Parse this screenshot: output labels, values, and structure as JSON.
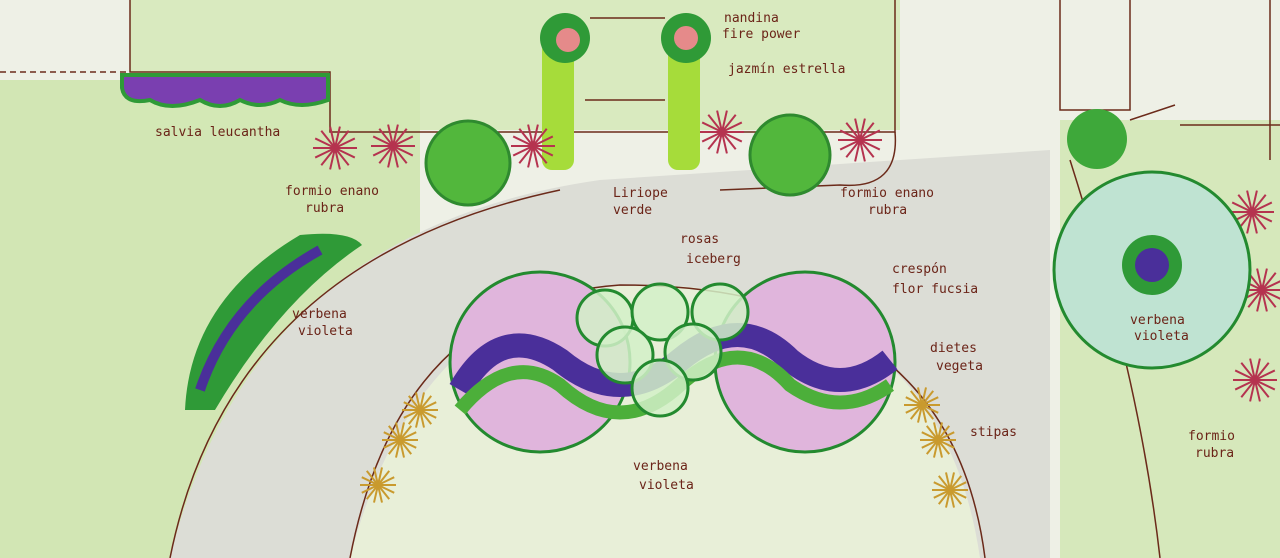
{
  "title": "Garden planting plan sketch",
  "labels": {
    "salvia": "salvia leucantha",
    "formio_left_1": "formio enano",
    "formio_left_2": "rubra",
    "nandina_1": "nandina",
    "nandina_2": "fire power",
    "jazmin": "jazmín estrella",
    "liriope_1": "Liriope",
    "liriope_2": "verde",
    "formio_right_1": "formio enano",
    "formio_right_2": "rubra",
    "rosas_1": "rosas",
    "rosas_2": "iceberg",
    "crespon_1": "crespón",
    "crespon_2": "flor fucsia",
    "verbena_left_1": "verbena",
    "verbena_left_2": "violeta",
    "dietes_1": "dietes",
    "dietes_2": "vegeta",
    "stipas": "stipas",
    "verbena_center_1": "verbena",
    "verbena_center_2": "violeta",
    "verbena_right_1": "verbena",
    "verbena_right_2": "violeta",
    "formio_far_1": "formio",
    "formio_far_2": "rubra"
  },
  "colors": {
    "paper": "#eef0e6",
    "lawn": "#b9dc8f",
    "path": "#c9cbc3",
    "shrub": "#3ea83a",
    "formio": "#b5334f",
    "verbena": "#4a2f9a",
    "crespon": "#e0b5dc",
    "stipas": "#c99a2e",
    "ink": "#6b2418"
  }
}
